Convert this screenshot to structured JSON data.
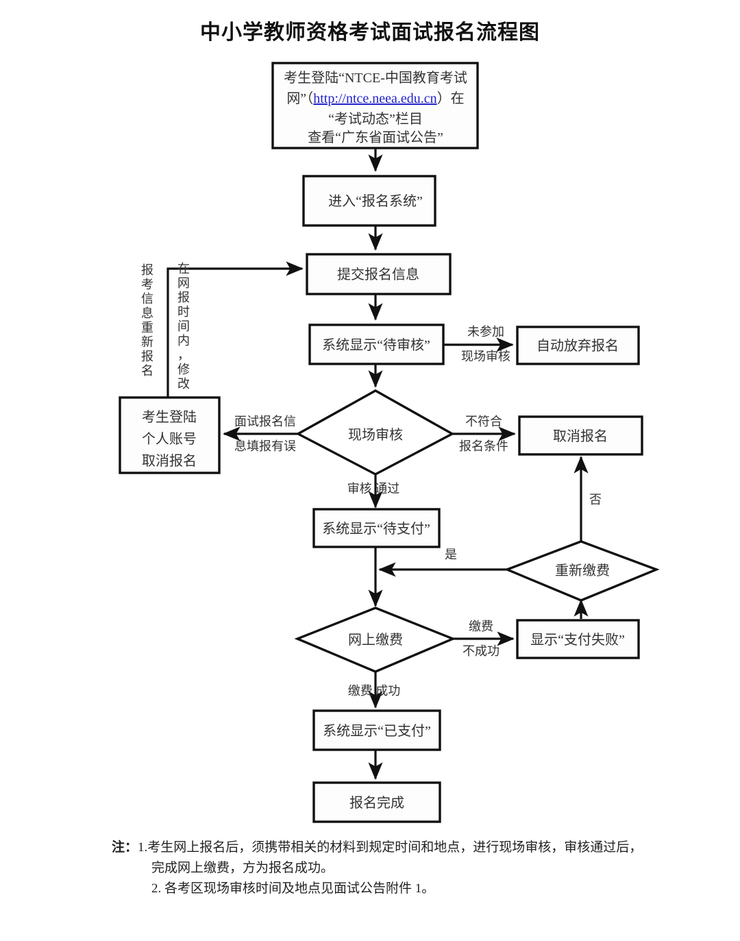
{
  "title": "中小学教师资格考试面试报名流程图",
  "nodes": {
    "start": {
      "line1": "考生登陆“NTCE-中国教育考试",
      "line2_pre": "网”（",
      "line2_link": "http://ntce.neea.edu.cn",
      "line2_post": "）在",
      "line3": "“考试动态”栏目",
      "line4": "查看“广东省面试公告”"
    },
    "enter_system": "进入“报名系统”",
    "submit_info": "提交报名信息",
    "system_pending_review": "系统显示“待审核”",
    "auto_abandon": "自动放弃报名",
    "onsite_review": "现场审核",
    "candidate_cancel": {
      "line1": "考生登陆",
      "line2": "个人账号",
      "line3": "取消报名"
    },
    "cancel_registration": "取消报名",
    "system_pending_payment": "系统显示“待支付”",
    "repay": "重新缴费",
    "online_payment": "网上缴费",
    "payment_failed": "显示“支付失败”",
    "system_paid": "系统显示“已支付”",
    "registration_done": "报名完成"
  },
  "edge_labels": {
    "not_attend_onsite_1": "未参加",
    "not_attend_onsite_2": "现场审核",
    "info_error_1": "面试报名信",
    "info_error_2": "息填报有误",
    "not_qualified_1": "不符合",
    "not_qualified_2": "报名条件",
    "review_passed": "审核 通过",
    "yes": "是",
    "no": "否",
    "pay_fail_1": "缴费",
    "pay_fail_2": "不成功",
    "pay_success": "缴费 成功"
  },
  "vertical_labels": {
    "reapply": "报考信息重新报名",
    "modify_in_window": "在网报时间内，修改"
  },
  "footer": {
    "tag": "注：",
    "note1_num": "1.",
    "note1_line1": "考生网上报名后，须携带相关的材料到规定时间和地点，进行现场审核，审核通过后，",
    "note1_line2": "完成网上缴费，方为报名成功。",
    "note2_num": "2.",
    "note2_line1": "各考区现场审核时间及地点见面试公告附件 1。"
  },
  "colors": {
    "stroke": "#111111",
    "text": "#333333",
    "link": "#2222cc",
    "background": "#ffffff"
  }
}
